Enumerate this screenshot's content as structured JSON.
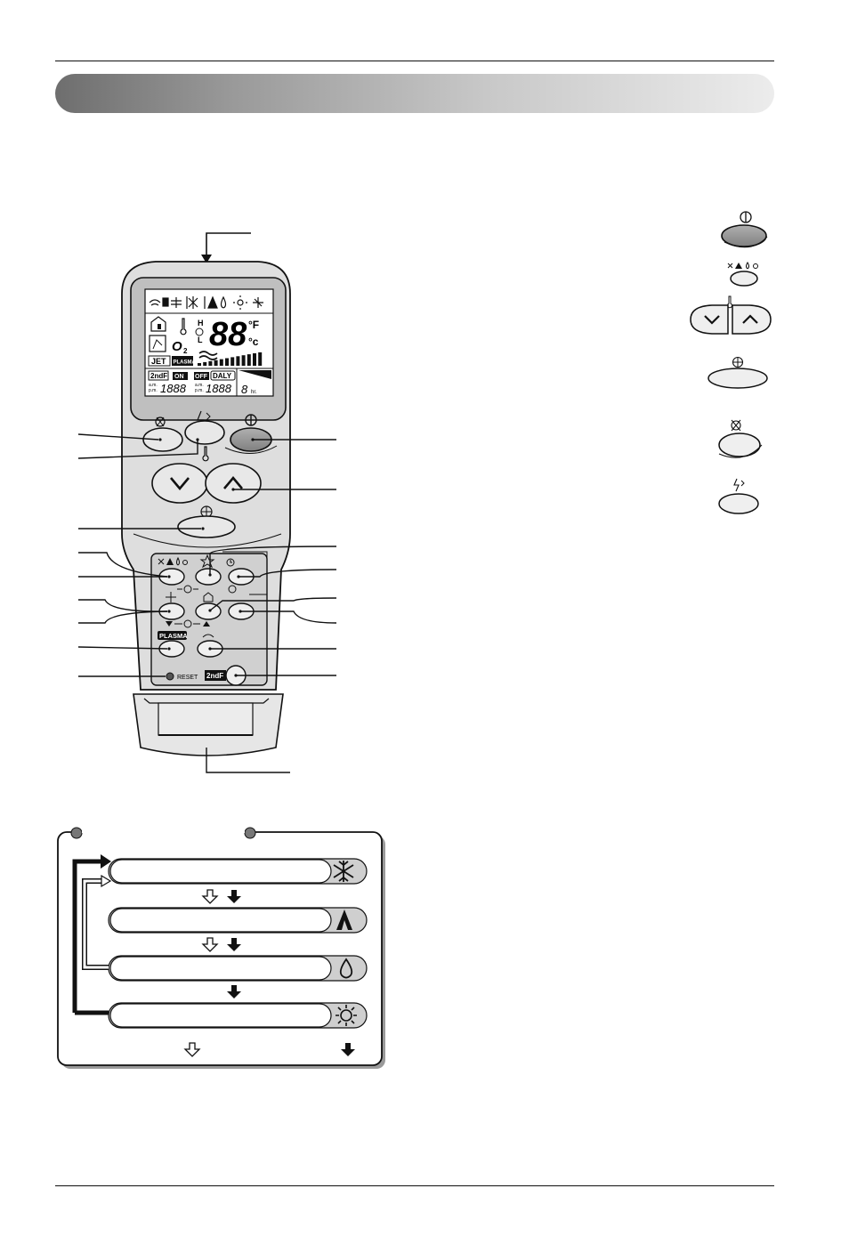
{
  "display": {
    "temp_digits": "88",
    "unit_f": "°F",
    "unit_c": "°c",
    "fan_hi": "H",
    "fan_lo": "L",
    "jet": "JET",
    "plasma_badge": "PLASMA",
    "second_f": "2ndF",
    "timer_on": "ON",
    "timer_off": "OFF",
    "timer_daily": "DALY",
    "am": "a.m.",
    "pm": "p.m.",
    "time_on": "1888",
    "time_off": "1888",
    "sleep_hours": "8",
    "sleep_unit": "hr.",
    "o2": "O",
    "o2_sub": "2"
  },
  "remote": {
    "plasma_label": "PLASMA",
    "reset_label": "RESET",
    "second_f_label": "2ndF"
  },
  "icons": [
    "power-icon",
    "mode-icons",
    "thermometer-icon",
    "fan-icon",
    "swing-icon",
    "jet-icon",
    "snowflake-icon",
    "auto-icon",
    "drop-icon",
    "sun-icon",
    "star-icon",
    "clock-icon",
    "house-icon",
    "arrow-down-outline-icon",
    "arrow-down-solid-icon"
  ],
  "colors": {
    "button_dark": "#8e8e8e",
    "lcd": "#c9c9c9",
    "body": "#dcdcdc"
  }
}
